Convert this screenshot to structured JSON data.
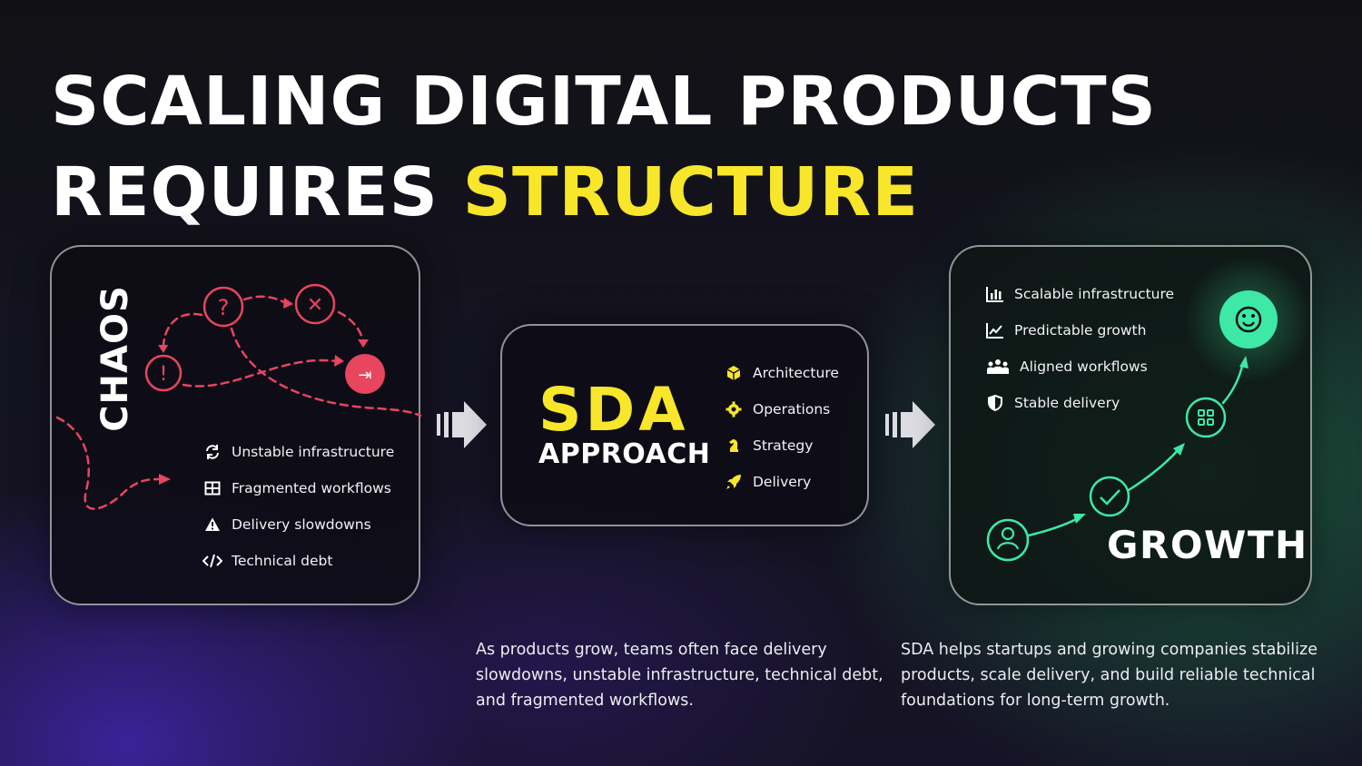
{
  "title": {
    "line1": "SCALING DIGITAL PRODUCTS",
    "line2_prefix": "REQUIRES",
    "line2_highlight": "STRUCTURE"
  },
  "chaos": {
    "label": "CHAOS",
    "items": [
      {
        "icon": "refresh-icon",
        "label": "Unstable infrastructure"
      },
      {
        "icon": "grid-icon",
        "label": "Fragmented workflows"
      },
      {
        "icon": "warning-icon",
        "label": "Delivery slowdowns"
      },
      {
        "icon": "code-icon",
        "label": "Technical debt"
      }
    ],
    "glyphs": {
      "question": "?",
      "error": "✕",
      "alert": "!",
      "exit": "⇥"
    }
  },
  "sda": {
    "logo": "SDA",
    "approach": "APPROACH",
    "items": [
      {
        "icon": "cube-icon",
        "label": "Architecture"
      },
      {
        "icon": "gear-icon",
        "label": "Operations"
      },
      {
        "icon": "chess-knight-icon",
        "label": "Strategy"
      },
      {
        "icon": "rocket-icon",
        "label": "Delivery"
      }
    ]
  },
  "growth": {
    "label": "GROWTH",
    "items": [
      {
        "icon": "bar-chart-icon",
        "label": "Scalable infrastructure"
      },
      {
        "icon": "line-chart-icon",
        "label": "Predictable growth"
      },
      {
        "icon": "team-icon",
        "label": "Aligned workflows"
      },
      {
        "icon": "shield-icon",
        "label": "Stable delivery"
      }
    ]
  },
  "captions": {
    "left": "As products grow, teams often face delivery slowdowns, unstable infrastructure, technical debt, and fragmented workflows.",
    "right": "SDA helps startups and growing companies stabilize products, scale delivery, and build reliable technical foundations for long-term growth."
  },
  "colors": {
    "accent_yellow": "#f7e62a",
    "chaos_red": "#e8455f",
    "growth_green": "#3ee8a6",
    "text": "#ffffff"
  }
}
